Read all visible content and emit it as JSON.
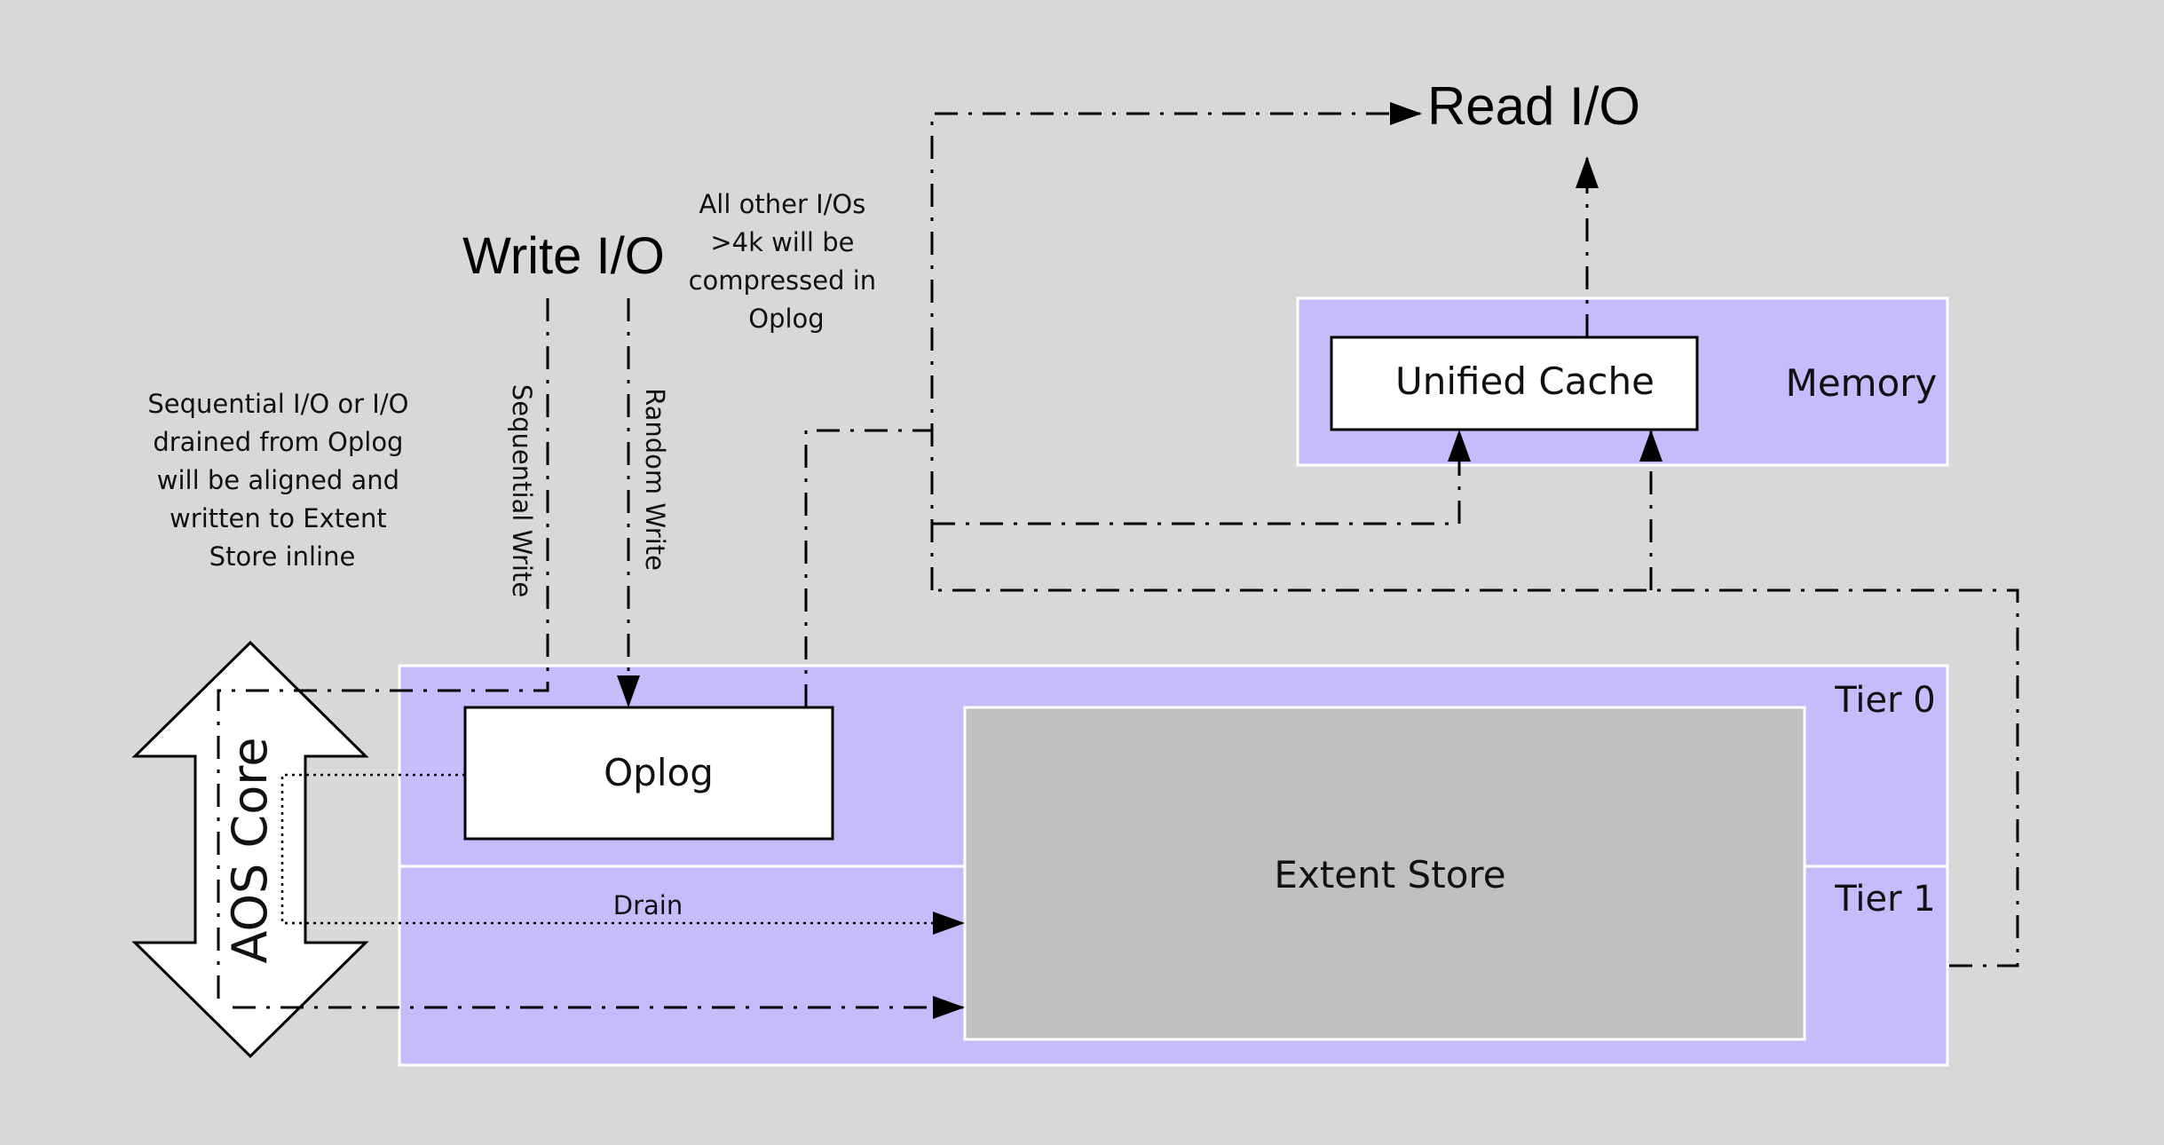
{
  "colors": {
    "background": "#d8d8d8",
    "tier_fill": "#c4bcfb",
    "extent_fill": "#c0c0c0",
    "box_fill": "#ffffff",
    "line": "#000000"
  },
  "labels": {
    "read_io": "Read I/O",
    "write_io": "Write I/O",
    "unified_cache": "Unified Cache",
    "memory": "Memory",
    "oplog": "Oplog",
    "extent_store": "Extent Store",
    "tier0": "Tier 0",
    "tier1": "Tier 1",
    "aos_core": "AOS Core",
    "drain": "Drain",
    "sequential_write": "Sequential Write",
    "random_write": "Random Write"
  },
  "notes": {
    "compressed": [
      "All other I/Os",
      ">4k will be",
      "compressed in",
      "Oplog"
    ],
    "sequential": [
      "Sequential I/O or I/O",
      "drained from Oplog",
      "will be aligned and",
      "written to Extent",
      "Store inline"
    ]
  }
}
